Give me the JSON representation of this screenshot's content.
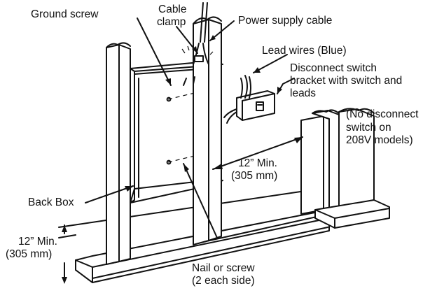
{
  "labels": {
    "ground_screw": "Ground screw",
    "cable_clamp_1": "Cable",
    "cable_clamp_2": "clamp",
    "power_supply_cable": "Power supply cable",
    "lead_wires": "Lead wires (Blue)",
    "disconnect_1": "Disconnect switch",
    "disconnect_2": "bracket with switch and",
    "disconnect_3": "leads",
    "no_disconnect_1": "(No disconnect",
    "no_disconnect_2": "switch on",
    "no_disconnect_3": "208V models)",
    "min_right_1": "12” Min.",
    "min_right_2": "(305 mm)",
    "back_box": "Back Box",
    "min_left_1": "12” Min.",
    "min_left_2": "(305 mm)",
    "nail_1": "Nail or screw",
    "nail_2": "(2 each side)"
  }
}
